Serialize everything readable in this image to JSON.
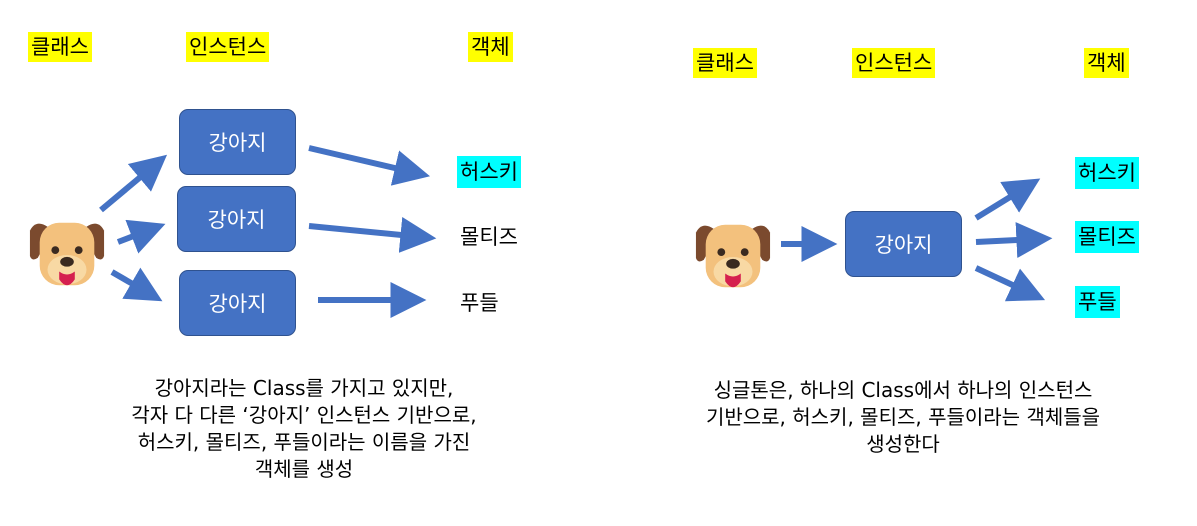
{
  "colors": {
    "box_fill": "#4472c4",
    "arrow": "#4472c4",
    "highlight_header": "#ffff00",
    "highlight_object": "#00ffff"
  },
  "left": {
    "header_class": "클래스",
    "header_instance": "인스턴스",
    "header_object": "객체",
    "instances": [
      "강아지",
      "강아지",
      "강아지"
    ],
    "objects": [
      "허스키",
      "몰티즈",
      "푸들"
    ],
    "caption": [
      "강아지라는 Class를 가지고 있지만,",
      "각자 다 다른 ‘강아지’ 인스턴스 기반으로,",
      "허스키, 몰티즈, 푸들이라는 이름을 가진",
      "객체를 생성"
    ]
  },
  "right": {
    "header_class": "클래스",
    "header_instance": "인스턴스",
    "header_object": "객체",
    "instance": "강아지",
    "objects": [
      "허스키",
      "몰티즈",
      "푸들"
    ],
    "caption": [
      "싱글톤은, 하나의 Class에서 하나의 인스턴스",
      "기반으로, 허스키, 몰티즈, 푸들이라는 객체들을",
      "생성한다"
    ]
  },
  "icons": {
    "class_icon": "dog-face-icon"
  }
}
